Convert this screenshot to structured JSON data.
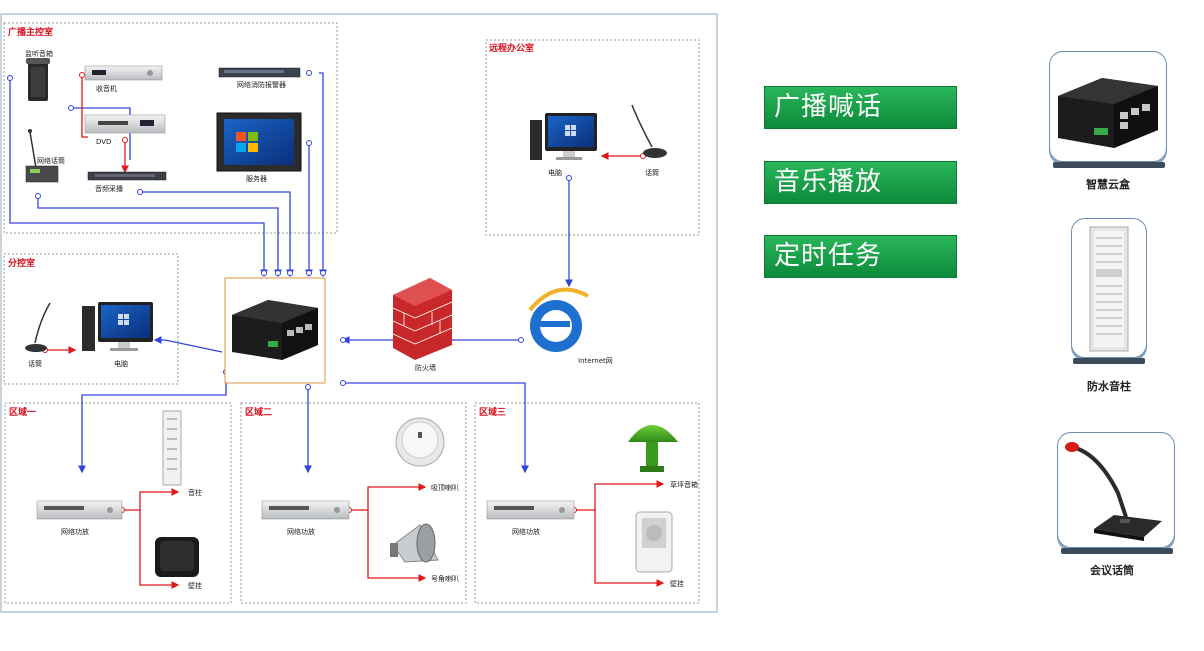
{
  "rooms": {
    "main_control": "广播主控室",
    "remote_office": "远程办公室",
    "branch_control": "分控室",
    "zone1": "区域一",
    "zone2": "区域二",
    "zone3": "区域三"
  },
  "devices": {
    "monitor_speaker": "监听音箱",
    "radio": "收音机",
    "dvd": "DVD",
    "network_mic": "网络话筒",
    "audio_capture": "音频采播",
    "fire_alarm": "网络消防报警器",
    "server": "服务器",
    "remote_pc": "电脑",
    "remote_mic": "话筒",
    "branch_mic": "话筒",
    "branch_pc": "电脑",
    "firewall": "防火墙",
    "internet": "Internet网",
    "zone1_amp": "网络功放",
    "zone1_column": "音柱",
    "zone1_wall": "壁挂",
    "zone2_amp": "网络功放",
    "zone2_ceiling": "吸顶喇叭",
    "zone2_horn": "号角喇叭",
    "zone3_amp": "网络功放",
    "zone3_lawn": "草坪音箱",
    "zone3_wall": "壁挂"
  },
  "features": [
    "广播喊话",
    "音乐播放",
    "定时任务"
  ],
  "products": [
    {
      "caption": "智慧云盒",
      "icon": "smart-cloud-box-icon"
    },
    {
      "caption": "防水音柱",
      "icon": "waterproof-column-speaker-icon"
    },
    {
      "caption": "会议话筒",
      "icon": "conference-microphone-icon"
    }
  ],
  "colors": {
    "feature_bg": "#1fa64d",
    "line_blue": "#3344dd",
    "line_red": "#e01818",
    "title_red": "#d8101c"
  }
}
